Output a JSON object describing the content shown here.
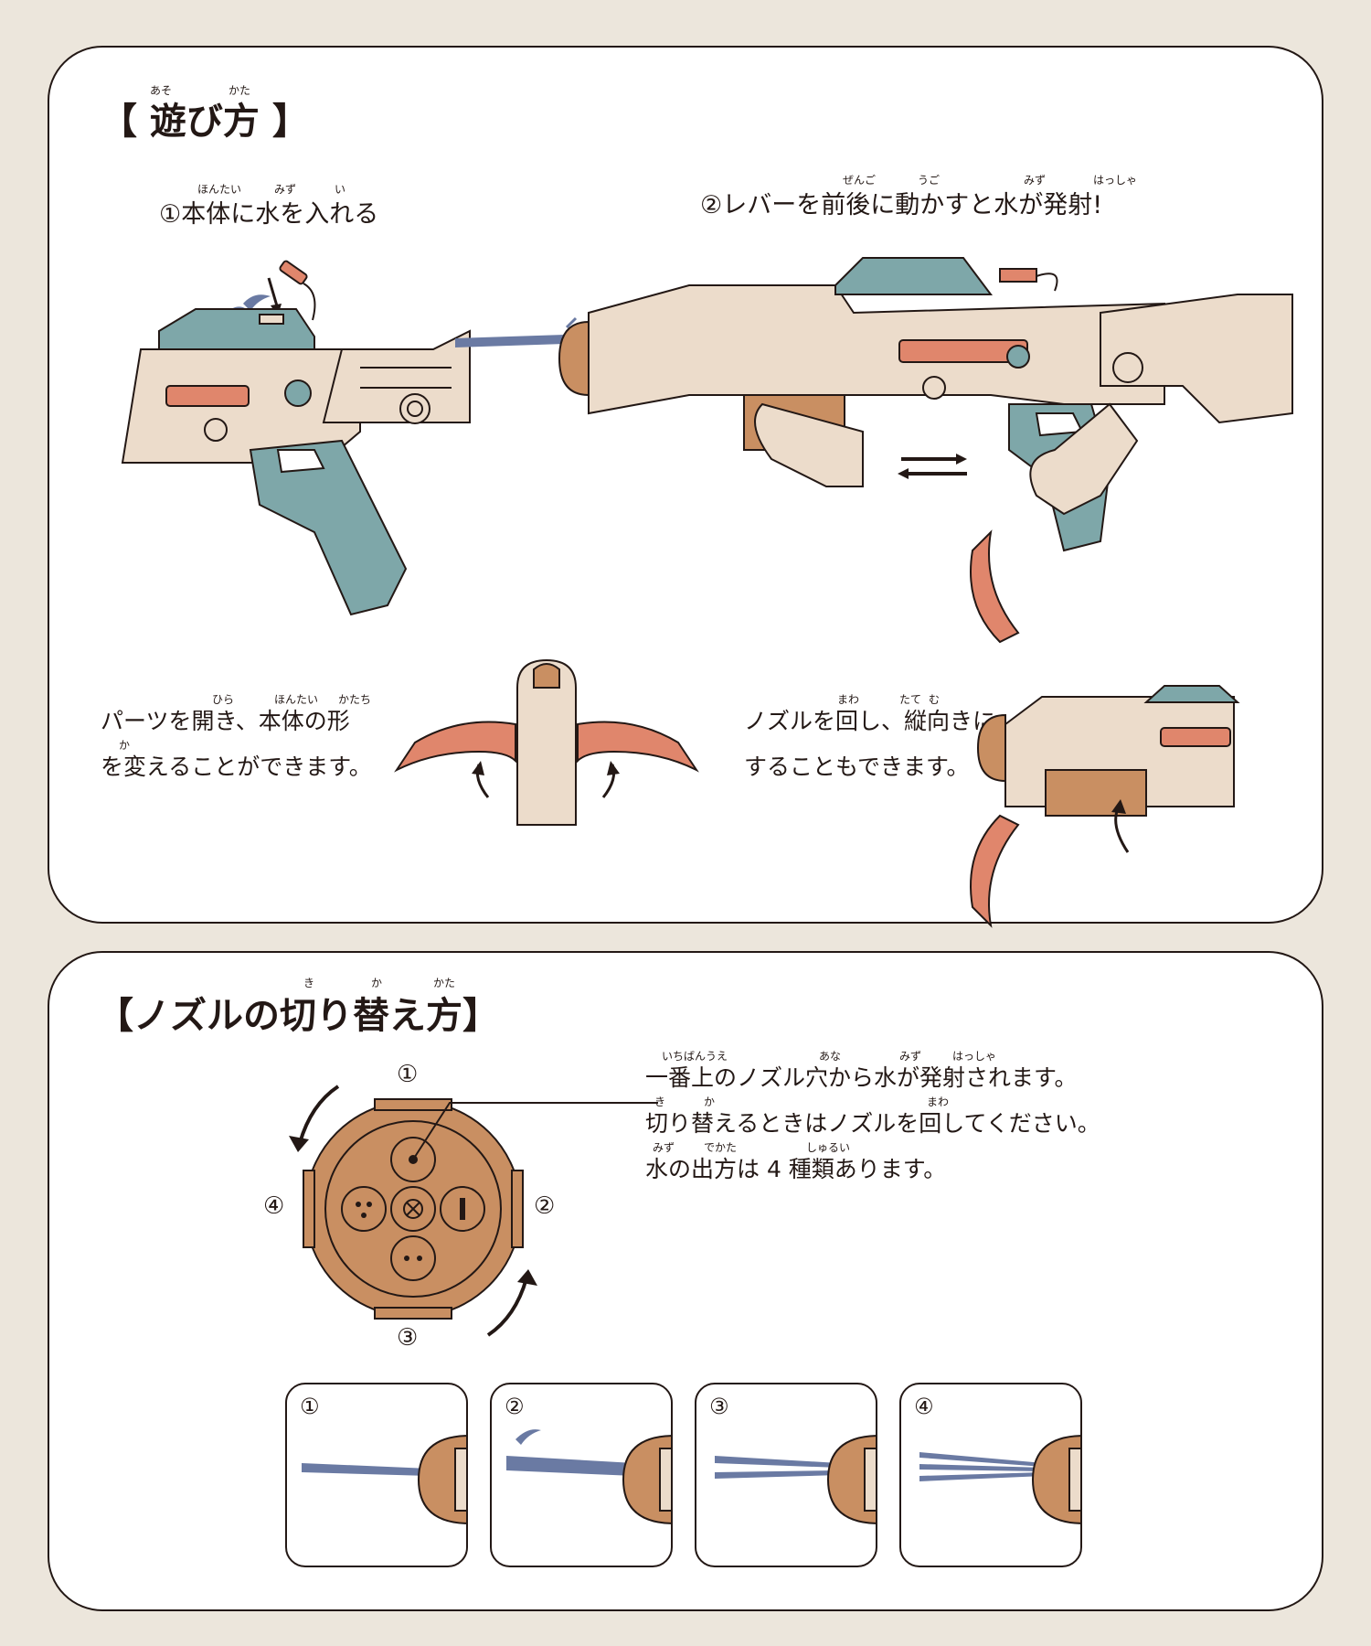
{
  "section1": {
    "title": "【 遊び方 】",
    "title_ruby": [
      "あそ",
      "かた"
    ],
    "step1": {
      "text": "①本体に水を入れる",
      "ruby": [
        "ほんたい",
        "みず",
        "い"
      ]
    },
    "step2": {
      "text": "②レバーを前後に動かすと水が発射!",
      "ruby": [
        "ぜんご",
        "うご",
        "みず",
        "はっしゃ"
      ]
    },
    "note_parts": {
      "lines": [
        "パーツを開き、本体の形",
        "を変えることができます。"
      ],
      "ruby": [
        "ひら",
        "ほんたい",
        "かたち",
        "か"
      ]
    },
    "note_nozzle": {
      "lines": [
        "ノズルを回し、縦向きに",
        "することもできます。"
      ],
      "ruby": [
        "まわ",
        "たて",
        "む"
      ]
    }
  },
  "section2": {
    "title": "【ノズルの切り替え方】",
    "title_ruby": [
      "き",
      "か",
      "かた"
    ],
    "dial_labels": [
      "①",
      "②",
      "③",
      "④"
    ],
    "description": {
      "lines": [
        "一番上のノズル穴から水が発射されます。",
        "切り替えるときはノズルを回してください。",
        "水の出方は 4 種類あります。"
      ],
      "ruby": [
        [
          "いちばんうえ",
          "あな",
          "みず",
          "はっしゃ"
        ],
        [
          "き",
          "か",
          "まわ"
        ],
        [
          "みず",
          "でかた",
          "しゅるい"
        ]
      ]
    },
    "modes": [
      "①",
      "②",
      "③",
      "④"
    ]
  },
  "colors": {
    "background": "#ece6dc",
    "panel": "#ffffff",
    "outline": "#231815",
    "water": "#6a7aa3",
    "nozzle": "#c98f62",
    "body_beige": "#ecdccb",
    "teal": "#7ea7a9",
    "orange": "#e0866c"
  }
}
